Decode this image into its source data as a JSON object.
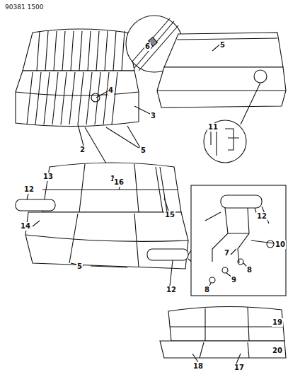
{
  "diagram": {
    "labels": [
      "90381 1500",
      "6",
      "4",
      "3",
      "2",
      "1",
      "5",
      "5",
      "11",
      "12",
      "13",
      "16",
      "15",
      "14",
      "5",
      "12",
      "12",
      "10",
      "7",
      "8",
      "9",
      "8",
      "19",
      "20",
      "18",
      "17"
    ]
  }
}
